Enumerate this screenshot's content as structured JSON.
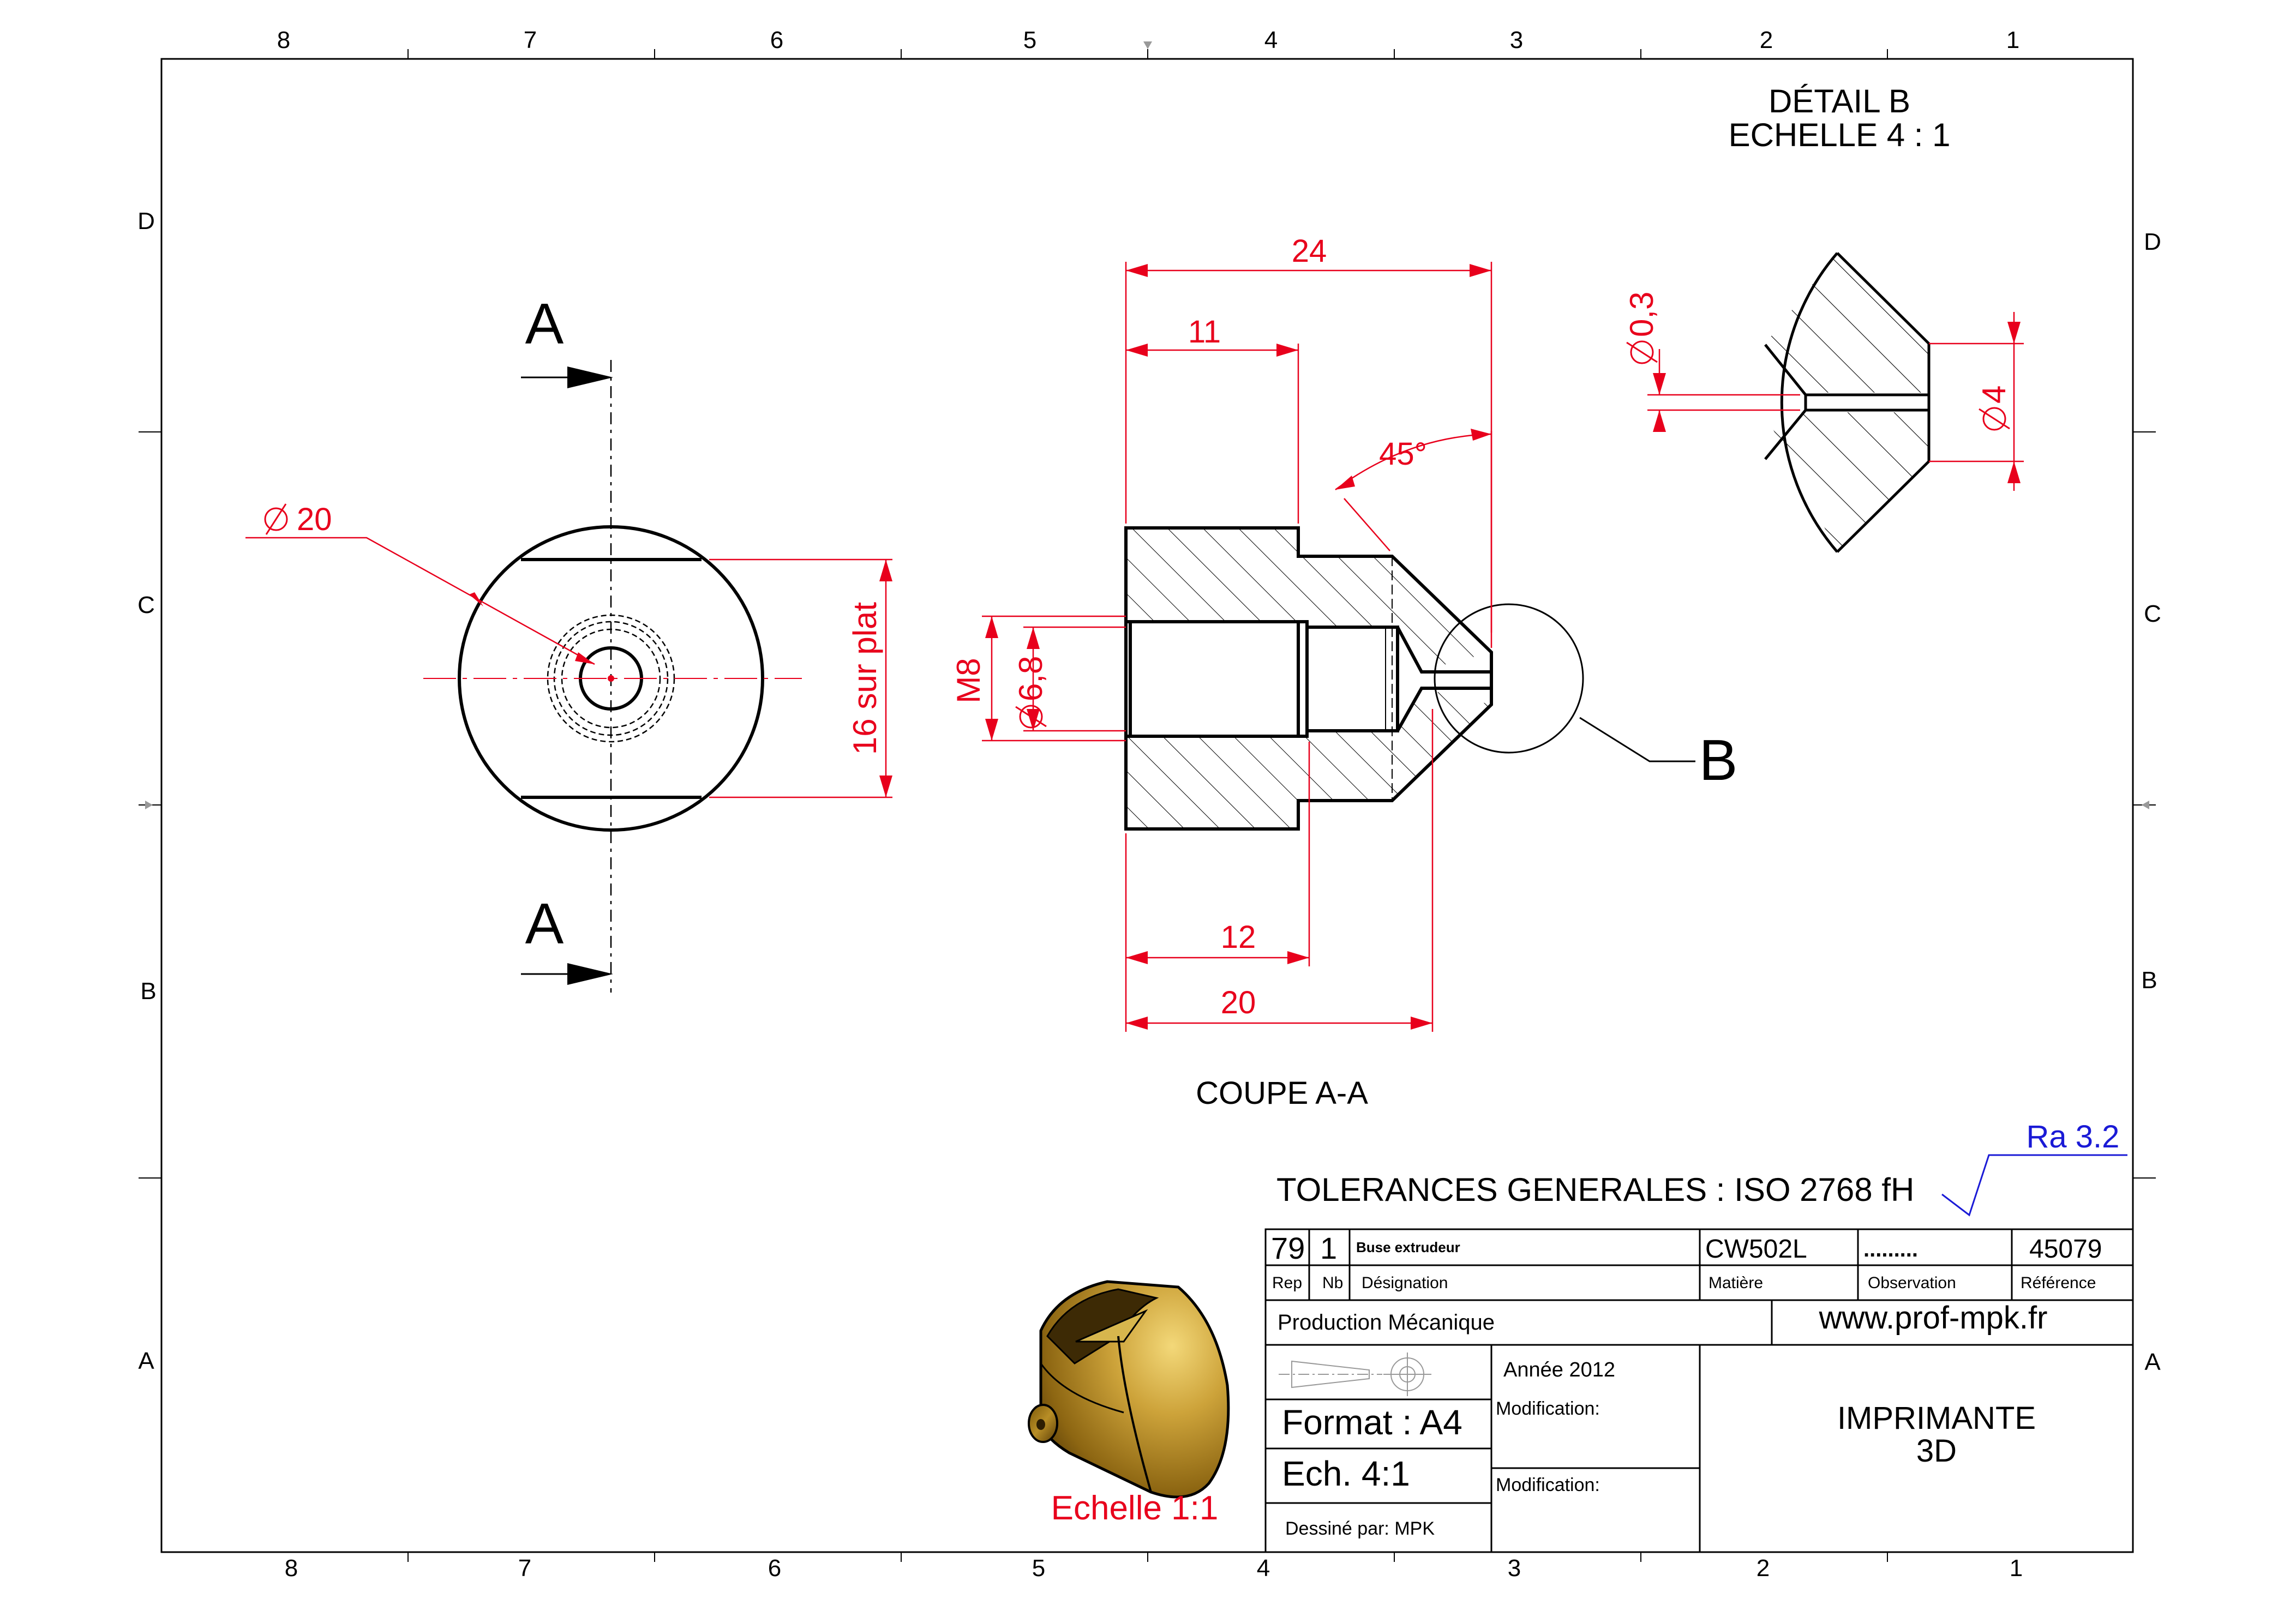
{
  "colors": {
    "line": "#000000",
    "dimension": "#e8001c",
    "roughness": "#1a1ad6",
    "hatch": "#000000",
    "brass_light": "#d8b24a",
    "brass_mid": "#a8801c",
    "brass_dark": "#5a3c06"
  },
  "frame": {
    "columns_top": [
      "8",
      "7",
      "6",
      "5",
      "4",
      "3",
      "2",
      "1"
    ],
    "columns_bottom": [
      "8",
      "7",
      "6",
      "5",
      "4",
      "3",
      "2",
      "1"
    ],
    "rows_left": [
      "D",
      "C",
      "B",
      "A"
    ],
    "rows_right": [
      "D",
      "C",
      "B",
      "A"
    ]
  },
  "front_view": {
    "section_letter_top": "A",
    "section_letter_bottom": "A",
    "diameter_label": "20",
    "flat_label": "16 sur plat"
  },
  "section_view": {
    "title": "COUPE A-A",
    "dim_total_length": "24",
    "dim_thread_depth": "11",
    "dim_angle": "45°",
    "dim_thread": "M8",
    "dim_bore_diameter": "6,8",
    "dim_hex_length": "12",
    "dim_body_length": "20",
    "detail_callout": "B"
  },
  "detail_view": {
    "title_line1": "DÉTAIL B",
    "title_line2": "ECHELLE 4 : 1",
    "dim_orifice": "0,3",
    "dim_tip": "4"
  },
  "isometric": {
    "scale_label": "Echelle 1:1"
  },
  "roughness": {
    "value": "Ra 3.2"
  },
  "title_block": {
    "tolerances": "TOLERANCES GENERALES : ISO 2768 fH",
    "rep_value": "79",
    "nb_value": "1",
    "designation_value": "Buse extrudeur",
    "matiere_value": "CW502L",
    "observation_value": ".........",
    "reference_value": "45079",
    "rep_label": "Rep",
    "nb_label": "Nb",
    "designation_label": "Désignation",
    "matiere_label": "Matière",
    "observation_label": "Observation",
    "reference_label": "Référence",
    "department": "Production Mécanique",
    "website": "www.prof-mpk.fr",
    "year": "Année 2012",
    "format": "Format : A4",
    "scale": "Ech.  4:1",
    "modification_1": "Modification:",
    "modification_2": "Modification:",
    "drawn_by": "Dessiné par: MPK",
    "project_line1": "IMPRIMANTE",
    "project_line2": "3D"
  }
}
